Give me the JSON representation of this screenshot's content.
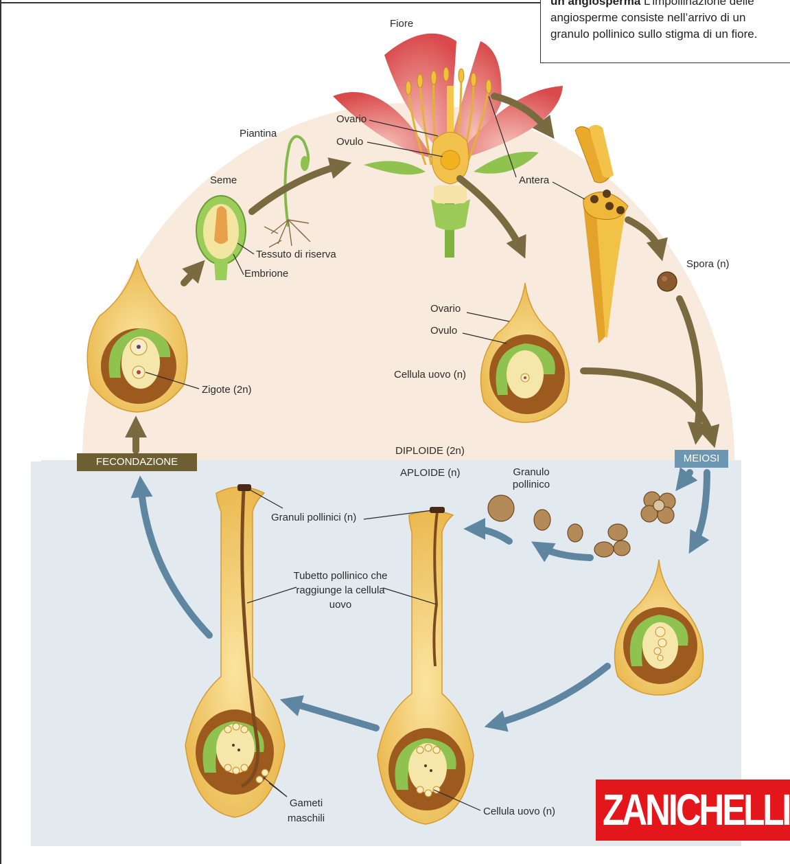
{
  "caption": {
    "lead": "un angiosperma",
    "rest_first": "L’impollinazione delle",
    "line2": "angiosperme consiste nell’arrivo di un",
    "line3": "granulo pollinico sullo stigma di un fiore."
  },
  "labels": {
    "fiore": "Fiore",
    "piantina": "Piantina",
    "seme": "Seme",
    "ovario_top": "Ovario",
    "ovulo_top": "Ovulo",
    "antera": "Antera",
    "tessuto": "Tessuto di riserva",
    "embrione": "Embrione",
    "spora": "Spora (n)",
    "ovario_mid": "Ovario",
    "ovulo_mid": "Ovulo",
    "cellula_uovo_mid": "Cellula uovo (n)",
    "zigote": "Zigote (2n)",
    "diploide": "DIPLOIDE (2n)",
    "aploide": "APLOIDE (n)",
    "granulo_pollinico": "Granulo pollinico",
    "granuli_pollinici": "Granuli pollinici (n)",
    "tubetto": "Tubetto pollinico che raggiunge la cellula uovo",
    "gameti": "Gameti maschili",
    "cellula_uovo_bottom": "Cellula uovo (n)"
  },
  "tags": {
    "fecondazione": "FECONDAZIONE",
    "meiosi": "MEIOSI"
  },
  "logo": "ZANICHELLI",
  "colors": {
    "diploid_bg": "#f7e7d6",
    "haploid_bg": "#e3ebf1",
    "brown_arrow": "#7a6a3f",
    "blue_arrow": "#5f86a0",
    "tag_fecondazione": "#6e5f33",
    "tag_meiosi": "#6d96b2",
    "ovule_yellow": "#f3cf6c",
    "ovule_brown": "#9c5a1e",
    "ovule_green": "#8fc24f",
    "logo_red": "#e3161b"
  }
}
